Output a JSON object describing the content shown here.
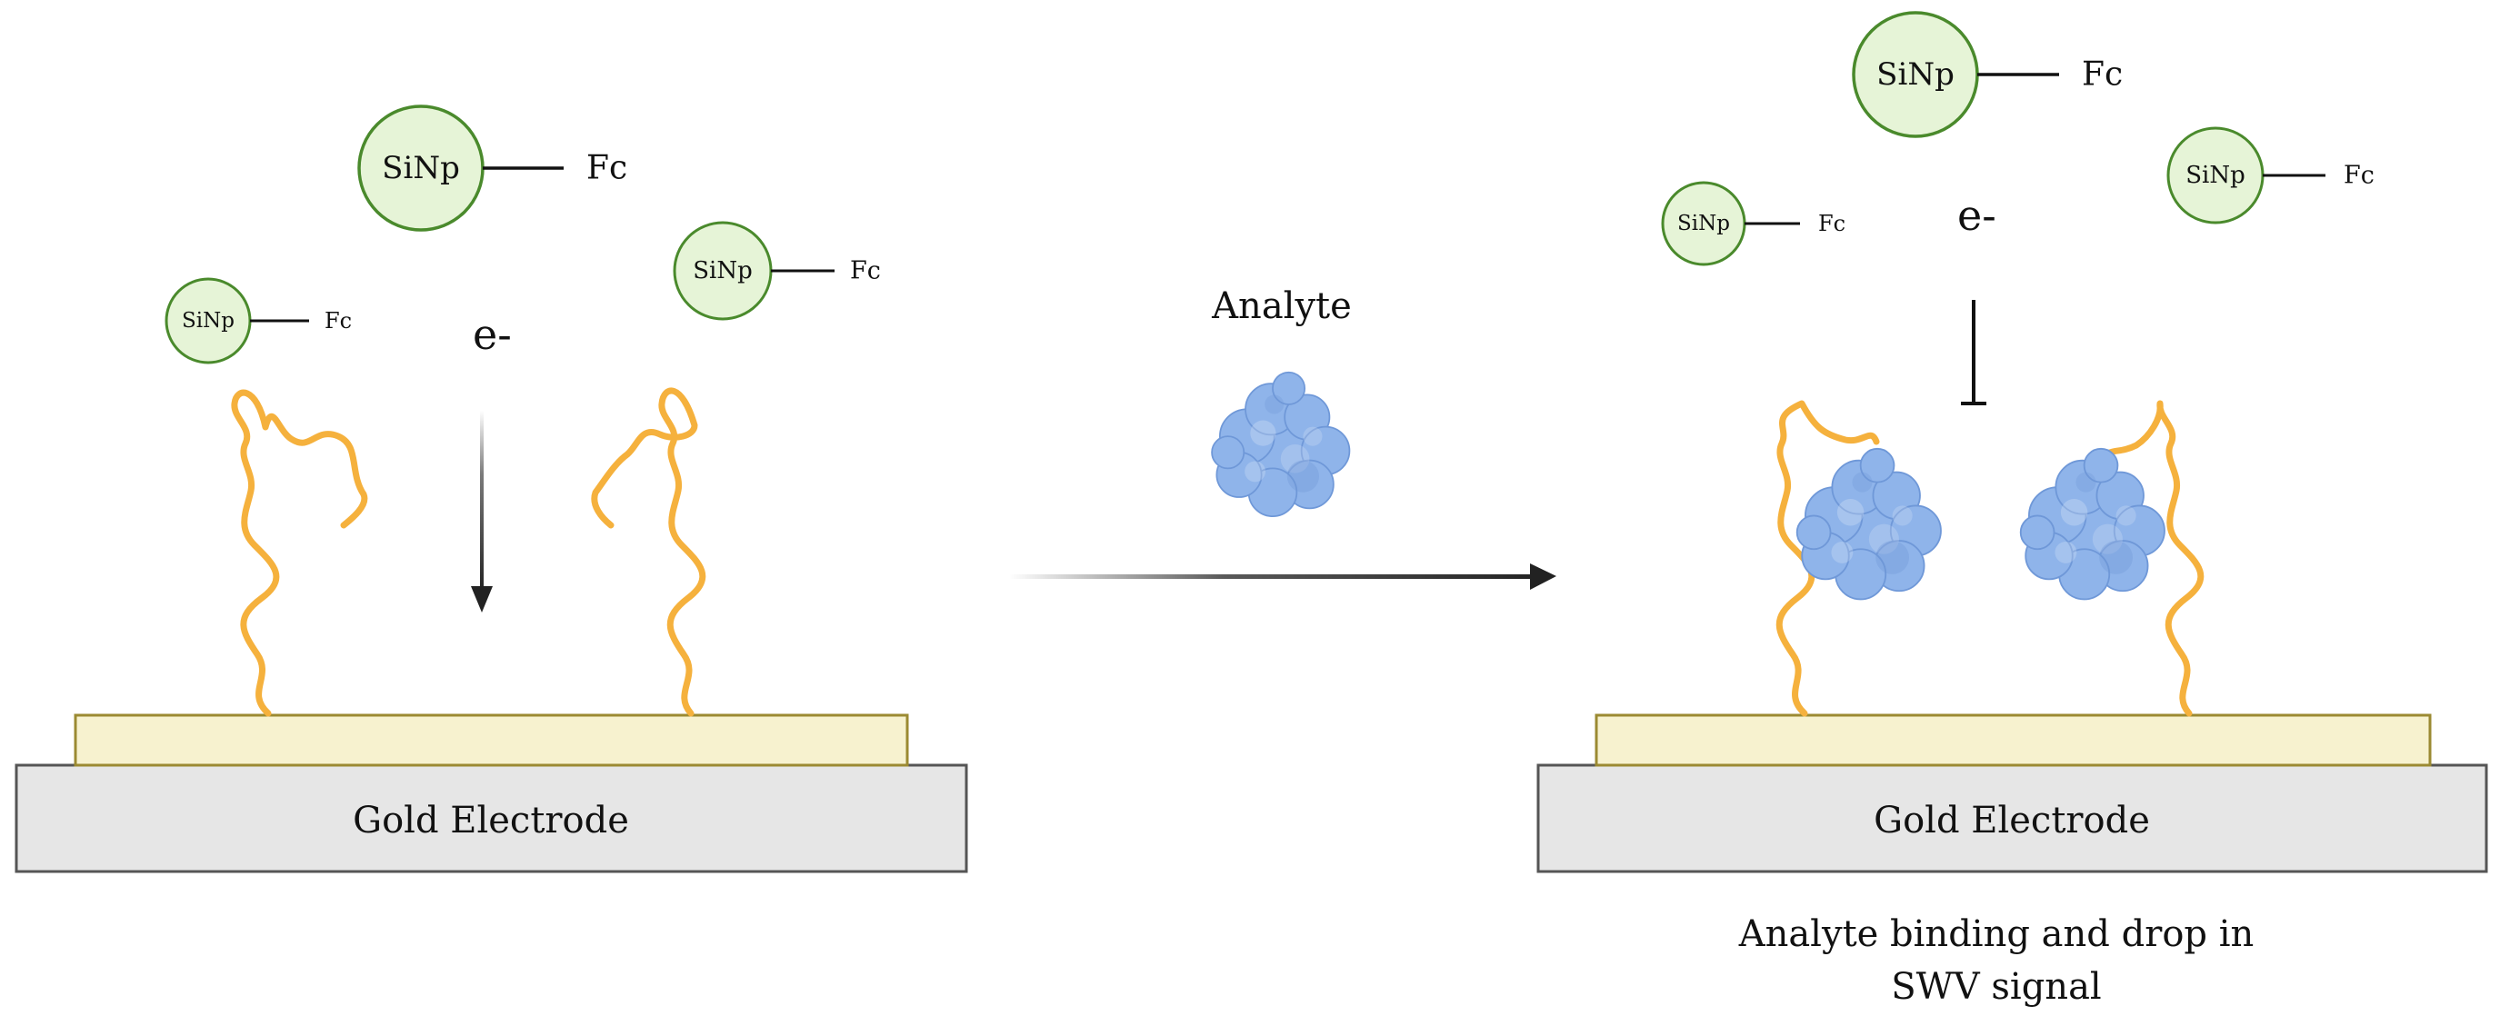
{
  "nanoparticle": {
    "label": "SiNp",
    "tag": "Fc",
    "fill": "#e6f4d7",
    "stroke": "#4a8a2c"
  },
  "electron_label": "e-",
  "electrode": {
    "label": "Gold Electrode",
    "base_fill": "#e6e6e6",
    "base_stroke": "#555555",
    "layer_fill": "#f7f2cf",
    "layer_stroke": "#9b8a32"
  },
  "aptamer_color": "#f5b13d",
  "analyte": {
    "label": "Analyte",
    "color": "#8fb4ea",
    "stroke": "#6f98d8"
  },
  "caption": {
    "line1": "Analyte binding and drop in",
    "line2": "SWV signal"
  }
}
